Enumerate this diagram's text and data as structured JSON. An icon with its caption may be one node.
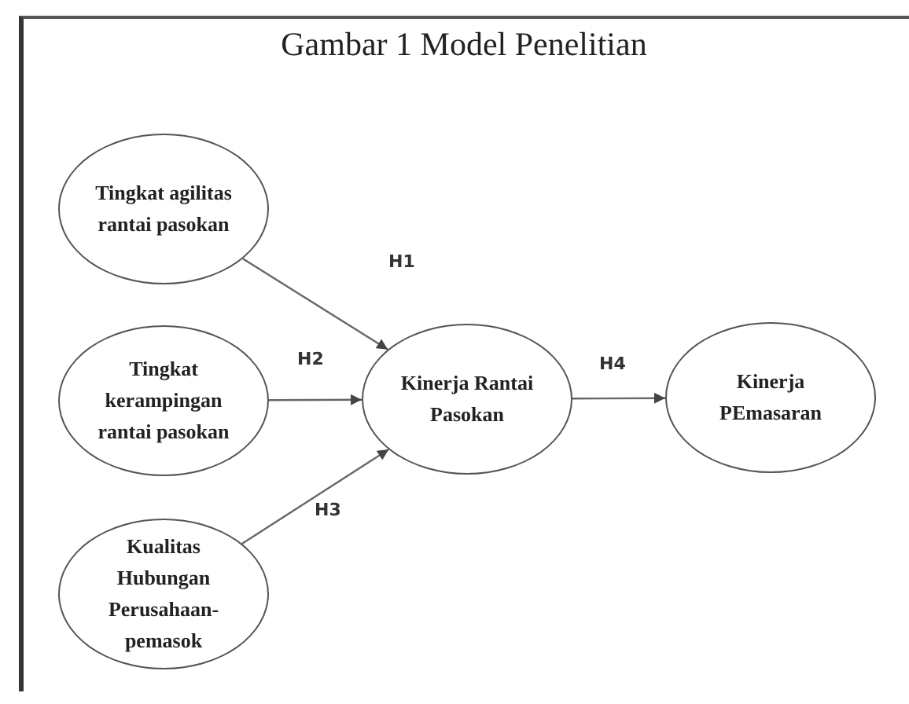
{
  "diagram": {
    "title": "Gambar 1 Model Penelitian",
    "nodes": [
      {
        "text": [
          "Tingkat agilitas rantai pasokan"
        ]
      },
      {
        "text": [
          "Tingkat kerampingan rantai pasokan"
        ]
      },
      {
        "text": [
          "Kualitas Hubungan Perusahaan-pemasok"
        ]
      },
      {
        "text": [
          "Kinerja Rantai Pasokan"
        ]
      },
      {
        "text": [
          "Kinerja PEmasaran"
        ]
      }
    ],
    "edges": [
      {
        "from": 0,
        "to": 3,
        "arrow": "to",
        "label": "H1"
      },
      {
        "from": 1,
        "to": 3,
        "arrow": "to",
        "label": "H2"
      },
      {
        "from": 2,
        "to": 3,
        "arrow": "to",
        "label": "H3"
      },
      {
        "from": 3,
        "to": 4,
        "arrow": "to",
        "label": "H4"
      }
    ]
  }
}
